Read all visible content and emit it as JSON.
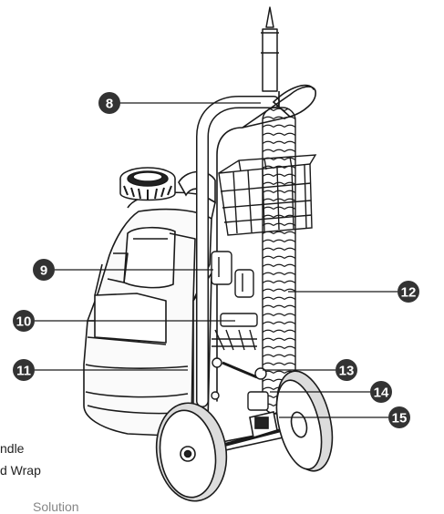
{
  "callouts": [
    {
      "label": "8"
    },
    {
      "label": "9"
    },
    {
      "label": "10"
    },
    {
      "label": "11"
    },
    {
      "label": "12"
    },
    {
      "label": "13"
    },
    {
      "label": "14"
    },
    {
      "label": "15"
    }
  ],
  "legend": {
    "line1": "ndle",
    "line2": "d Wrap",
    "line3": "Solution"
  },
  "colors": {
    "stroke": "#1a1a1a",
    "callout_fill": "#333333",
    "callout_text": "#ffffff"
  }
}
